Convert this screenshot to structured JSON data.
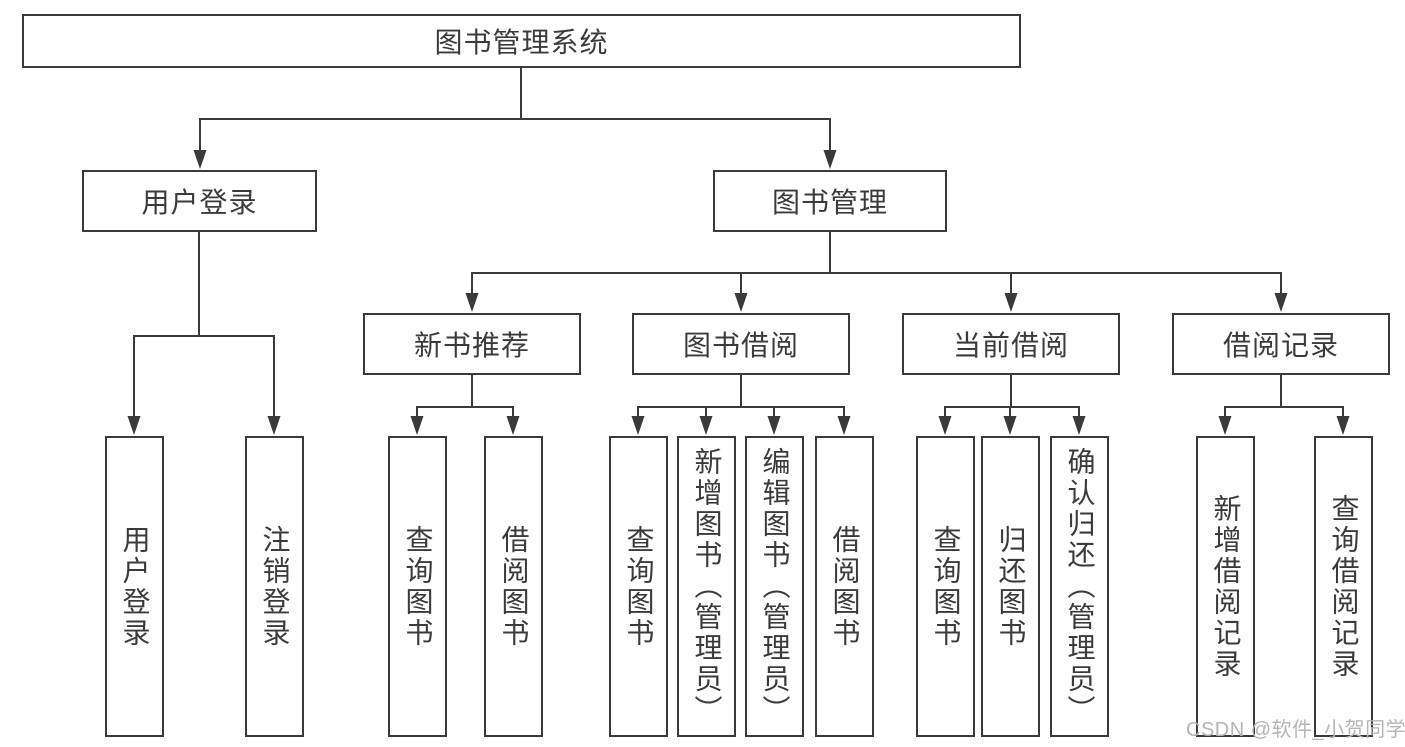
{
  "tree": {
    "root": "图书管理系统",
    "user_login": {
      "label": "用户登录",
      "children": [
        "用户登录",
        "注销登录"
      ]
    },
    "book_mgmt": {
      "label": "图书管理",
      "groups": [
        {
          "label": "新书推荐",
          "children": [
            "查询图书",
            "借阅图书"
          ]
        },
        {
          "label": "图书借阅",
          "children": [
            "查询图书",
            "新增图书（管理员）",
            "编辑图书（管理员）",
            "借阅图书"
          ]
        },
        {
          "label": "当前借阅",
          "children": [
            "查询图书",
            "归还图书",
            "确认归还（管理员）"
          ]
        },
        {
          "label": "借阅记录",
          "children": [
            "新增借阅记录",
            "查询借阅记录"
          ]
        }
      ]
    }
  },
  "watermark": "CSDN @软件_小贺同学",
  "colors": {
    "line": "#3a3a3a",
    "text": "#3b3b3b",
    "background": "#ffffff",
    "watermark": "#b5b5b5"
  }
}
